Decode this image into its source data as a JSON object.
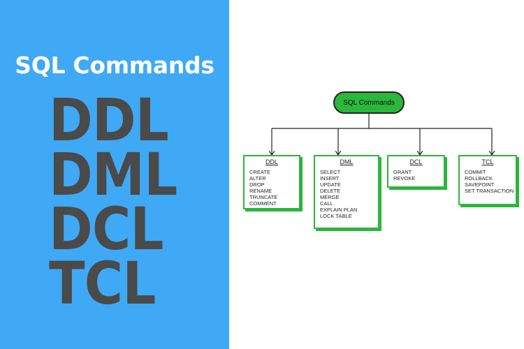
{
  "left": {
    "title": "SQL Commands",
    "words": [
      "DDL",
      "DML",
      "DCL",
      "TCL"
    ]
  },
  "diagram": {
    "root": "SQL Commands",
    "categories": [
      {
        "name": "DDL",
        "items": [
          "CREATE",
          "ALTER",
          "DROP",
          "RENAME",
          "TRUNCATE",
          "COMMENT"
        ]
      },
      {
        "name": "DML",
        "items": [
          "SELECT",
          "INSERT",
          "UPDATE",
          "DELETE",
          "MERGE",
          "CALL",
          "EXPLAIN PLAN",
          "LOCK TABLE"
        ]
      },
      {
        "name": "DCL",
        "items": [
          "GRANT",
          "REVOKE"
        ]
      },
      {
        "name": "TCL",
        "items": [
          "COMMIT",
          "ROLLBACK",
          "SAVEPOINT",
          "SET TRANSACTION"
        ]
      }
    ]
  },
  "colors": {
    "left_bg": "#3fa9f5",
    "word_color": "#4a4a4a",
    "node_green": "#2bb63c"
  }
}
